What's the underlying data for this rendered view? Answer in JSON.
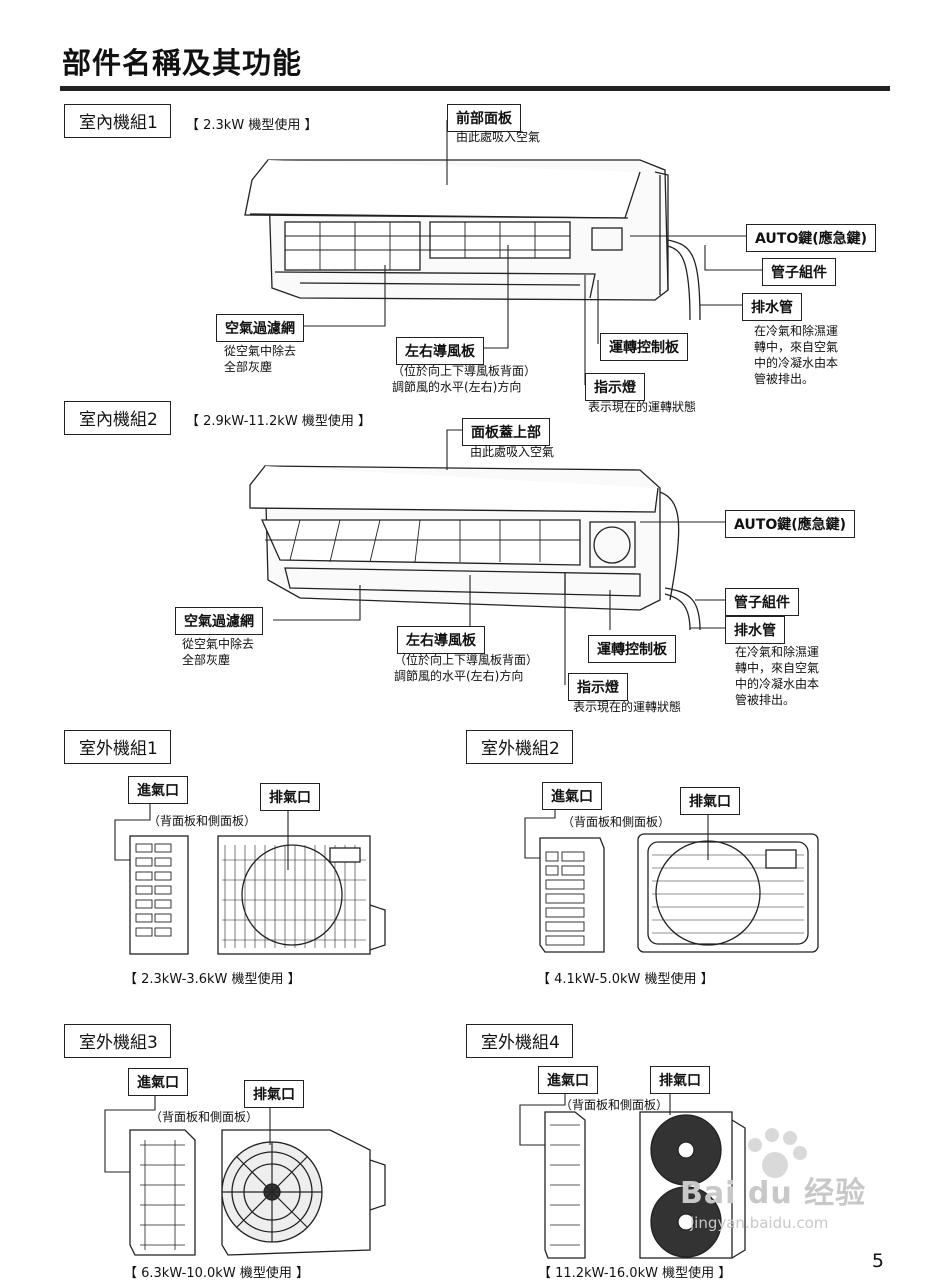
{
  "page_title": "部件名稱及其功能",
  "page_number": "5",
  "indoor1": {
    "label": "室內機組1",
    "spec": "【 2.3kW 機型使用 】",
    "front_panel": "前部面板",
    "front_panel_desc": "由此處吸入空氣",
    "auto_key": "AUTO鍵(應急鍵)",
    "pipe_assembly": "管子組件",
    "drain_pipe": "排水管",
    "drain_desc": "在冷氣和除濕運\n轉中，來自空氣\n中的冷凝水由本\n管被排出。",
    "air_filter": "空氣過濾網",
    "air_filter_desc": "從空氣中除去\n全部灰塵",
    "louver": "左右導風板",
    "louver_desc": "（位於向上下導風板背面）\n調節風的水平(左右)方向",
    "control_panel": "運轉控制板",
    "indicator": "指示燈",
    "indicator_desc": "表示現在的運轉狀態"
  },
  "indoor2": {
    "label": "室內機組2",
    "spec": "【 2.9kW-11.2kW 機型使用 】",
    "panel_cover": "面板蓋上部",
    "panel_cover_desc": "由此處吸入空氣",
    "auto_key": "AUTO鍵(應急鍵)",
    "pipe_assembly": "管子組件",
    "drain_pipe": "排水管",
    "drain_desc": "在冷氣和除濕運\n轉中，來自空氣\n中的冷凝水由本\n管被排出。",
    "air_filter": "空氣過濾網",
    "air_filter_desc": "從空氣中除去\n全部灰塵",
    "louver": "左右導風板",
    "louver_desc": "（位於向上下導風板背面）\n調節風的水平(左右)方向",
    "control_panel": "運轉控制板",
    "indicator": "指示燈",
    "indicator_desc": "表示現在的運轉狀態"
  },
  "outdoor1": {
    "label": "室外機組1",
    "inlet": "進氣口",
    "outlet": "排氣口",
    "inlet_note": "（背面板和側面板）",
    "spec": "【 2.3kW-3.6kW 機型使用 】"
  },
  "outdoor2": {
    "label": "室外機組2",
    "inlet": "進氣口",
    "outlet": "排氣口",
    "inlet_note": "（背面板和側面板）",
    "spec": "【 4.1kW-5.0kW 機型使用 】"
  },
  "outdoor3": {
    "label": "室外機組3",
    "inlet": "進氣口",
    "outlet": "排氣口",
    "inlet_note": "（背面板和側面板）",
    "spec": "【 6.3kW-10.0kW 機型使用 】"
  },
  "outdoor4": {
    "label": "室外機組4",
    "inlet": "進氣口",
    "outlet": "排氣口",
    "inlet_note": "（背面板和側面板）",
    "spec": "【 11.2kW-16.0kW 機型使用 】"
  },
  "watermark": {
    "brand": "Bai du 经验",
    "url": "jingyan.baidu.com"
  }
}
